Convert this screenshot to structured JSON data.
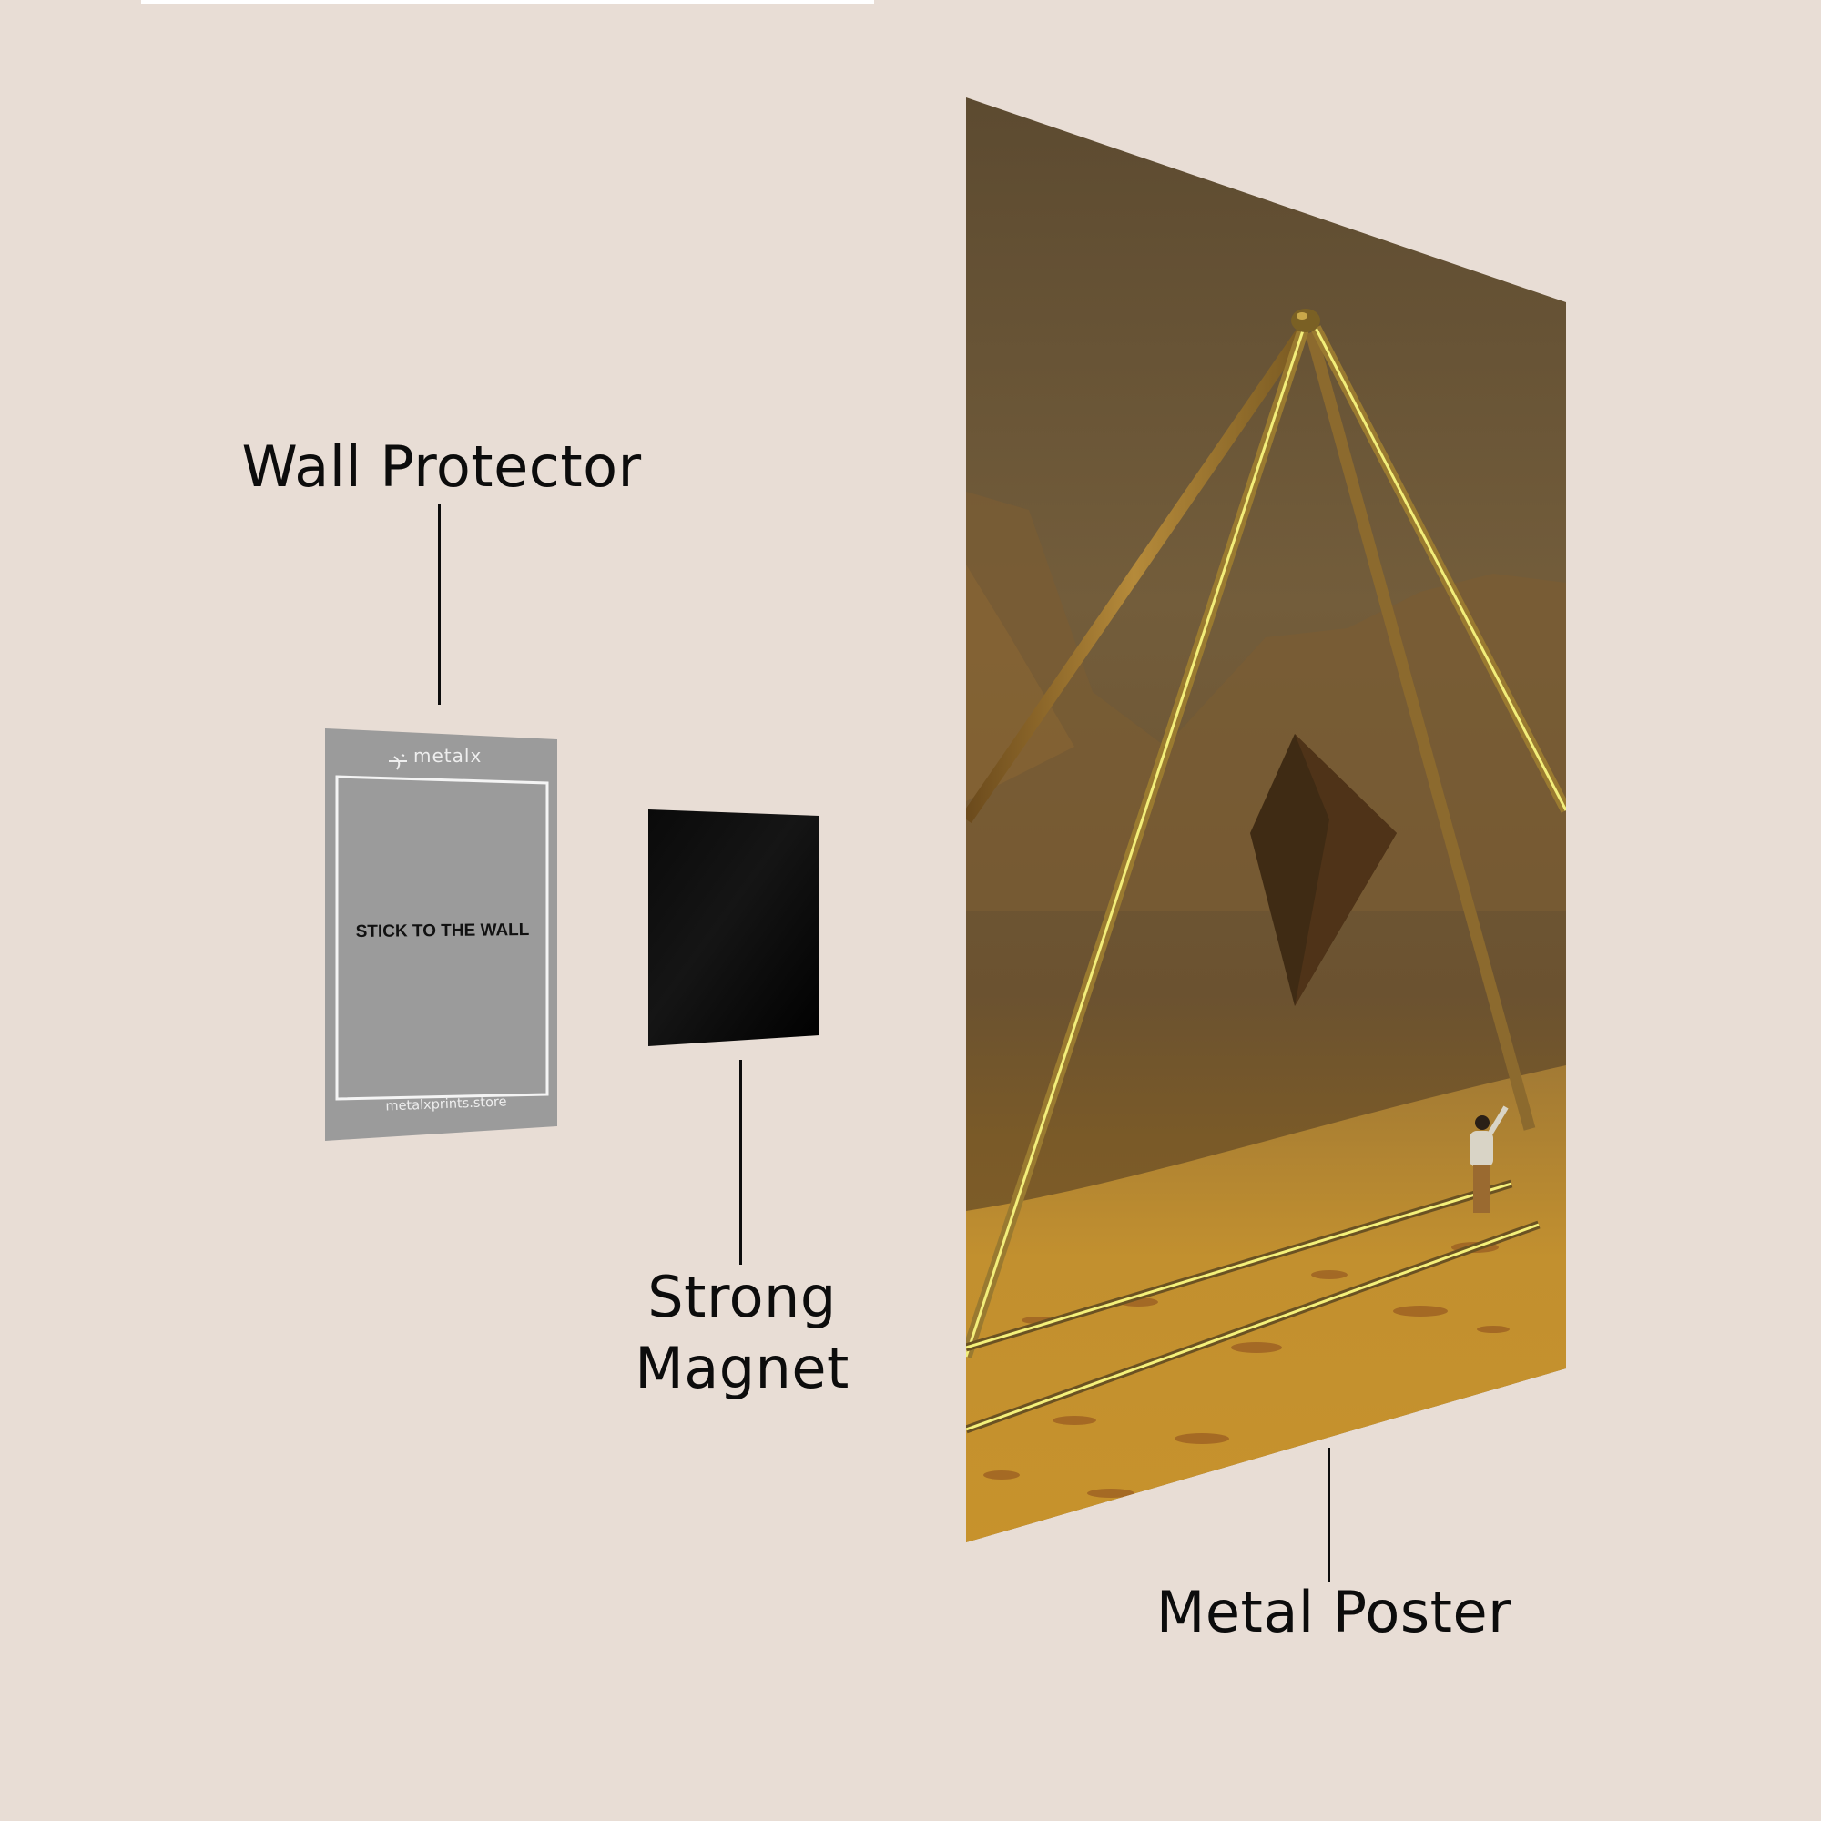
{
  "background_color": "#e8ddd5",
  "components": [
    {
      "id": "wall-protector",
      "label": "Wall Protector",
      "color": "#9b9b9b",
      "brand": "metalx",
      "center_text": "STICK TO THE WALL",
      "footer_text": "metalxprints.store"
    },
    {
      "id": "strong-magnet",
      "label_line1": "Strong",
      "label_line2": "Magnet",
      "color": "#050505"
    },
    {
      "id": "metal-poster",
      "label": "Metal Poster",
      "artwork": {
        "subject": "golden pyramid frame over desert with floating dark octahedron and walking figure",
        "sky_color": "#6f5a3a",
        "sand_color": "#c8962e",
        "glow_color": "#f4f07a"
      }
    }
  ],
  "connector_color": "#0c0c0c"
}
